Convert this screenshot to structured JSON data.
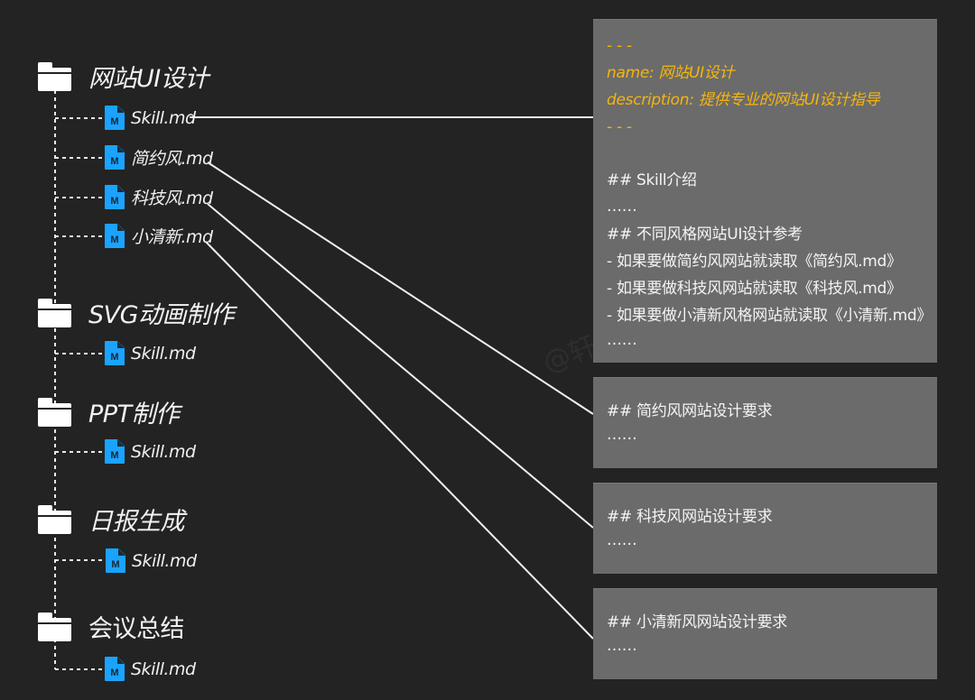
{
  "tree": {
    "folders": [
      {
        "label": "网站UI设计",
        "files": [
          "Skill.md",
          "简约风.md",
          "科技风.md",
          "小清新.md"
        ]
      },
      {
        "label": "SVG动画制作",
        "files": [
          "Skill.md"
        ]
      },
      {
        "label": "PPT制作",
        "files": [
          "Skill.md"
        ]
      },
      {
        "label": "日报生成",
        "files": [
          "Skill.md"
        ]
      },
      {
        "label": "会议总结",
        "files": [
          "Skill.md"
        ]
      }
    ],
    "file_icon_letter": "M"
  },
  "skill_box": {
    "frontmatter_open": "- - -",
    "name_line": "name: 网站UI设计",
    "description_line": "description: 提供专业的网站UI设计指导",
    "frontmatter_close": "- - -",
    "heading1": "## Skill介绍",
    "ellipsis1": "……",
    "heading2": "## 不同风格网站UI设计参考",
    "item1": "- 如果要做简约风网站就读取《简约风.md》",
    "item2": "- 如果要做科技风网站就读取《科技风.md》",
    "item3": "- 如果要做小清新风格网站就读取《小清新.md》",
    "ellipsis2": "……"
  },
  "style_boxes": [
    {
      "heading": "## 简约风网站设计要求",
      "ellipsis": "……"
    },
    {
      "heading": "## 科技风网站设计要求",
      "ellipsis": "……"
    },
    {
      "heading": "## 小清新风网站设计要求",
      "ellipsis": "……"
    }
  ],
  "watermark": "@轩",
  "colors": {
    "background": "#232323",
    "box": "#6b6b6b",
    "accent_yellow": "#f4b50e",
    "md_icon_blue": "#1aa3ff"
  }
}
